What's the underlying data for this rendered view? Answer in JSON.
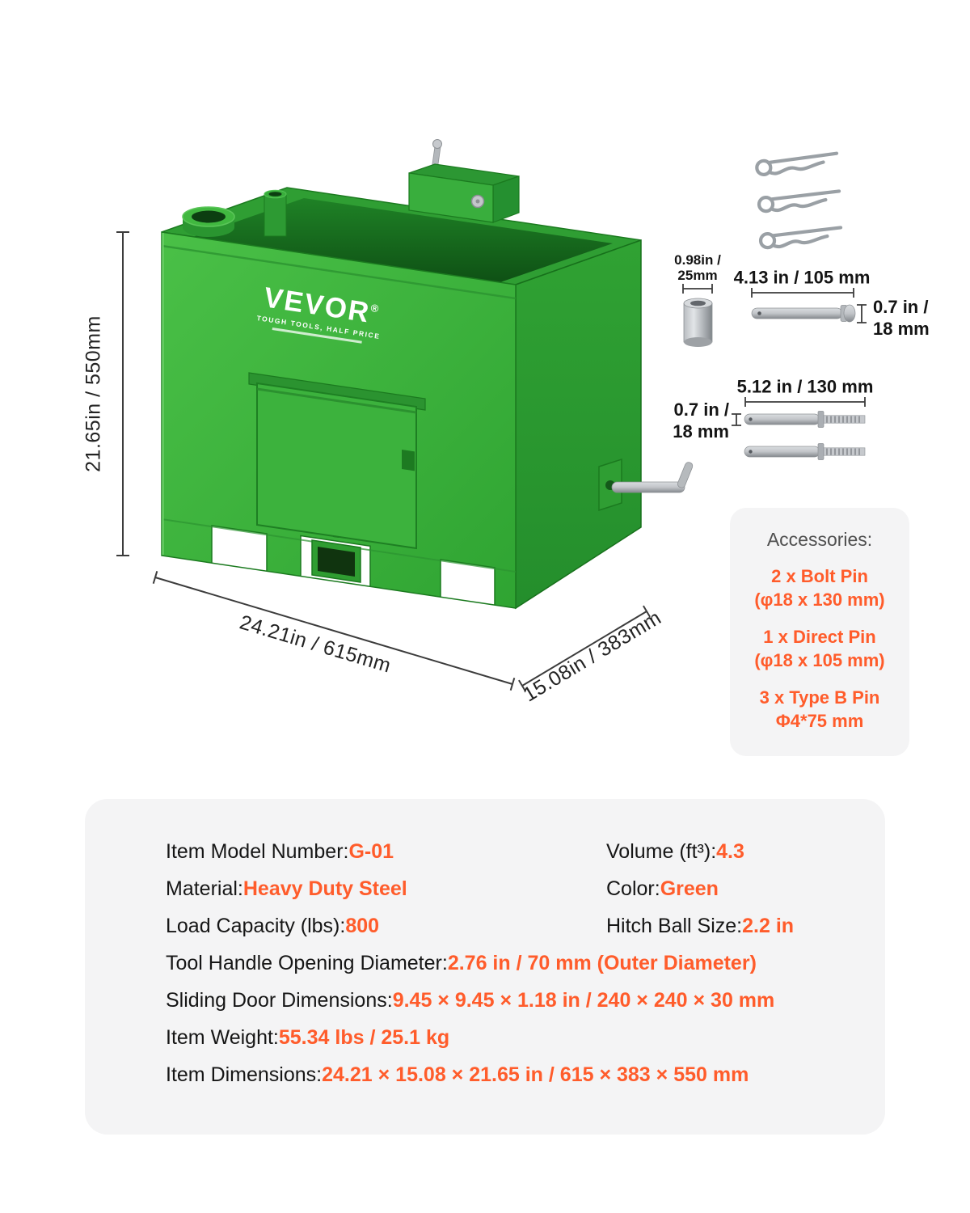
{
  "colors": {
    "accent_orange": "#ff5c2b",
    "box_green": "#3cb43c",
    "card_gray": "#f4f4f5",
    "metal_gray": "#aeb2b6"
  },
  "illustration": {
    "brand": "VEVOR",
    "brand_reg": "®",
    "tagline": "TOUGH TOOLS, HALF PRICE",
    "dims": {
      "height": "21.65in / 550mm",
      "width": "24.21in / 615mm",
      "depth": "15.08in / 383mm"
    }
  },
  "hardware": {
    "sleeve": {
      "line1": "0.98in /",
      "line2": "25mm"
    },
    "direct_pin": {
      "length": "4.13 in / 105 mm",
      "dia1": "0.7 in /",
      "dia2": "18 mm"
    },
    "bolt_pin": {
      "length": "5.12 in / 130 mm",
      "dia1": "0.7 in /",
      "dia2": "18 mm"
    }
  },
  "accessories": {
    "title": "Accessories:",
    "items": [
      {
        "name": "2 x Bolt Pin",
        "spec": "(φ18 x 130 mm)"
      },
      {
        "name": "1 x Direct Pin",
        "spec": "(φ18 x 105 mm)"
      },
      {
        "name": "3 x Type B Pin",
        "spec": "Φ4*75 mm"
      }
    ]
  },
  "specs": {
    "left": [
      {
        "label": "Item Model Number: ",
        "value": "G-01"
      },
      {
        "label": "Material: ",
        "value": "Heavy Duty Steel"
      },
      {
        "label": "Load Capacity (lbs): ",
        "value": "800"
      }
    ],
    "right": [
      {
        "label": "Volume (ft³): ",
        "value": "4.3"
      },
      {
        "label": "Color: ",
        "value": "Green"
      },
      {
        "label": "Hitch Ball Size: ",
        "value": "2.2 in"
      }
    ],
    "full": [
      {
        "label": "Tool Handle Opening Diameter: ",
        "value": "2.76 in / 70 mm (Outer Diameter)"
      },
      {
        "label": "Sliding Door Dimensions: ",
        "value": "9.45 × 9.45 × 1.18 in / 240 × 240 × 30 mm"
      },
      {
        "label": "Item Weight: ",
        "value": "55.34 lbs / 25.1 kg"
      },
      {
        "label": "Item Dimensions: ",
        "value": "24.21 × 15.08 × 21.65 in / 615 × 383 × 550 mm"
      }
    ]
  }
}
